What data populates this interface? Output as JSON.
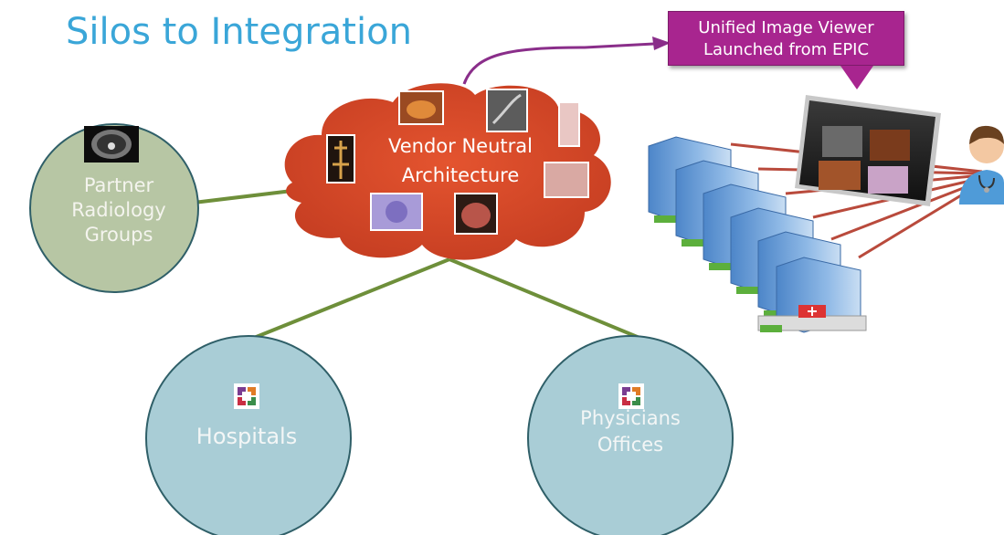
{
  "title": "Silos to Integration",
  "callout": {
    "line1": "Unified Image Viewer",
    "line2": "Launched from EPIC"
  },
  "cloud": {
    "line1": "Vendor Neutral",
    "line2": "Architecture",
    "color": "#d94a2b"
  },
  "nodes": {
    "partner": {
      "line1": "Partner",
      "line2": "Radiology",
      "line3": "Groups",
      "color": "#b7c6a4"
    },
    "hospitals": {
      "label": "Hospitals",
      "color": "#a9cdd6"
    },
    "physicians": {
      "line1": "Physicians",
      "line2": "Offices",
      "color": "#a9cdd6"
    }
  },
  "icons": {
    "ct_scan": "ct-scan-icon",
    "epic_logo": "epic-logo-icon",
    "doctor": "doctor-icon",
    "hospital": "hospital-building-icon",
    "monitor": "monitor-icon"
  },
  "colors": {
    "title": "#3aa6d8",
    "callout": "#a8258f",
    "connector_green": "#6e8f3a",
    "connector_red": "#b94a3c",
    "arrow_purple": "#8a2e8a"
  }
}
